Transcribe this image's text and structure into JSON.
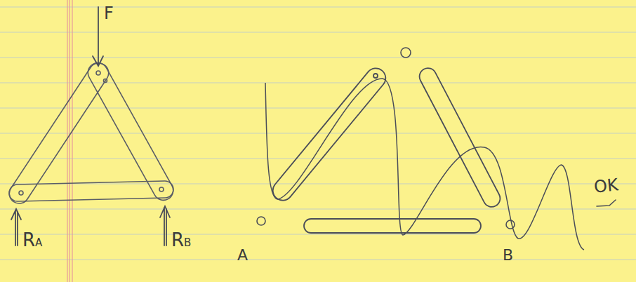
{
  "diagram": {
    "labels": [
      "F",
      "RA",
      "RB",
      "A",
      "B",
      "OK"
    ]
  }
}
